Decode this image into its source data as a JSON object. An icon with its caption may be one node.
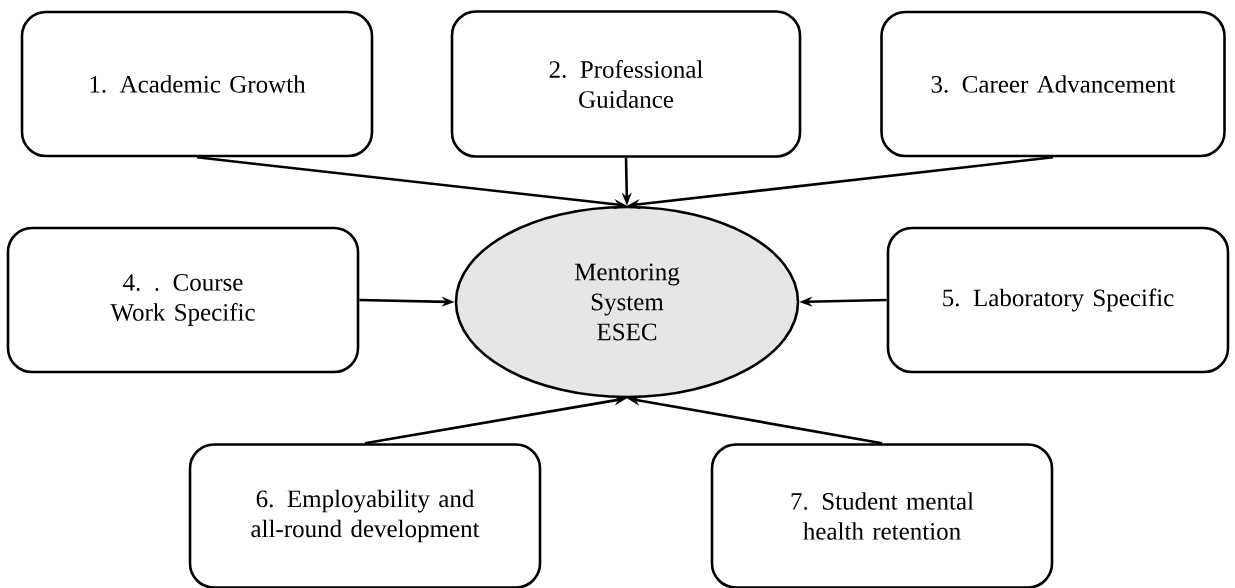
{
  "diagram": {
    "nodes": [
      {
        "text": [
          "1. Academic Growth"
        ]
      },
      {
        "text": [
          "2. Professional Guidance"
        ]
      },
      {
        "text": [
          "3. Career Advancement"
        ]
      },
      {
        "text": [
          "Mentoring System ESEC"
        ]
      },
      {
        "text": [
          "4. . Course Work Specific"
        ]
      },
      {
        "text": [
          "5. Laboratory Specific"
        ]
      },
      {
        "text": [
          "6. Employability and all-round development"
        ]
      },
      {
        "text": [
          "7. Student mental health retention"
        ]
      }
    ],
    "edges": [
      {
        "from": 0,
        "to": 3,
        "arrow": "to"
      },
      {
        "from": 1,
        "to": 3,
        "arrow": "to"
      },
      {
        "from": 2,
        "to": 3,
        "arrow": "to"
      },
      {
        "from": 4,
        "to": 3,
        "arrow": "to"
      },
      {
        "from": 5,
        "to": 3,
        "arrow": "to"
      },
      {
        "from": 6,
        "to": 3,
        "arrow": "to"
      },
      {
        "from": 7,
        "to": 3,
        "arrow": "to"
      }
    ]
  }
}
